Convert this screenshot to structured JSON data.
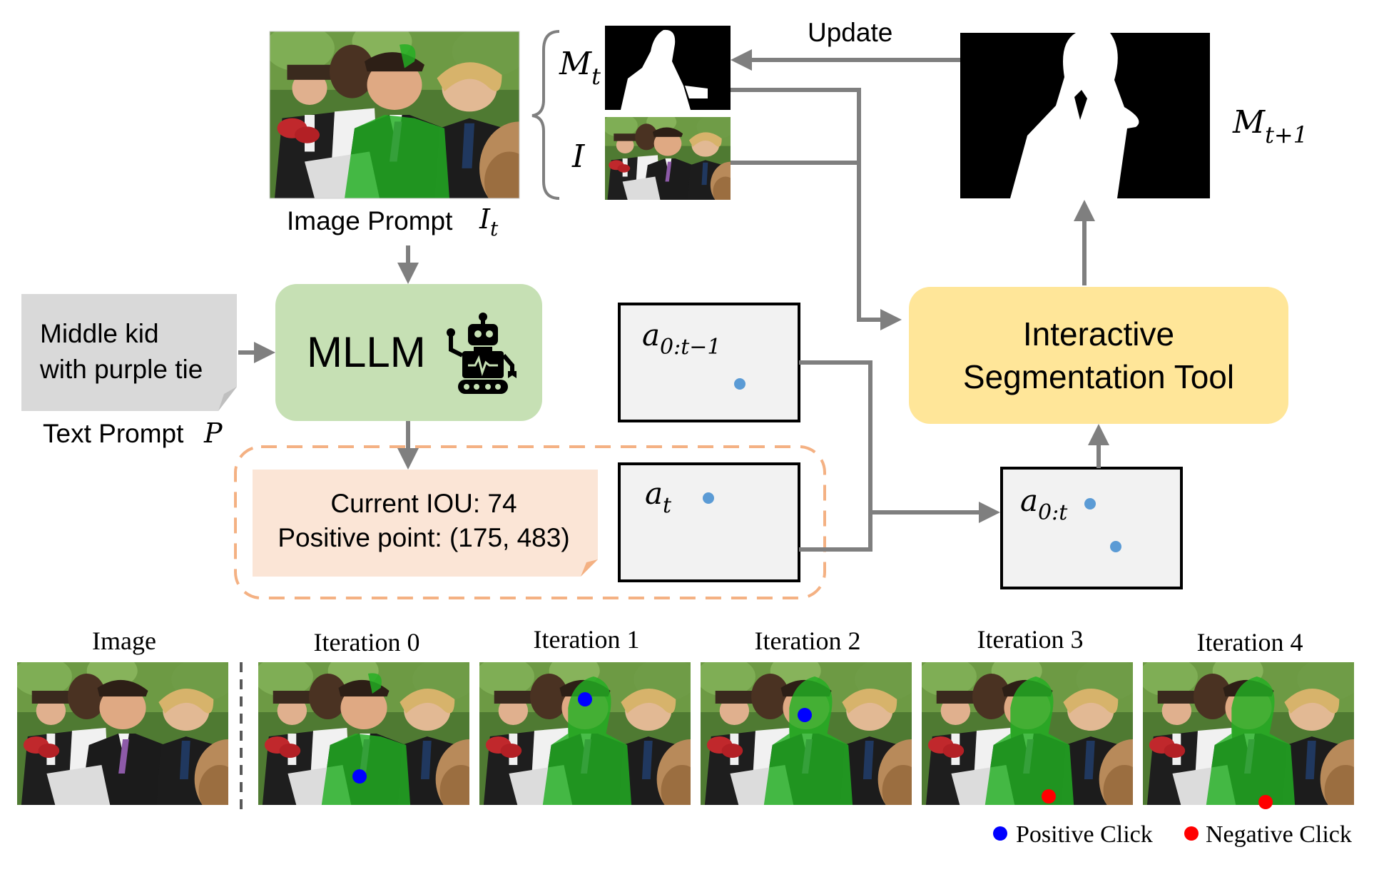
{
  "labels": {
    "update": "Update",
    "image_prompt": "Image Prompt",
    "text_prompt": "Text Prompt",
    "mask_prev_symbol": "M",
    "mask_prev_sub": "t",
    "image_symbol": "I",
    "mask_next_symbol": "M",
    "mask_next_sub": "t+1",
    "image_prompt_var": "I",
    "image_prompt_sub": "t",
    "text_prompt_var": "P"
  },
  "text_prompt_box": {
    "line1": "Middle kid",
    "line2": "with purple tie"
  },
  "mllm": {
    "label": "MLLM",
    "icon": "robot-icon"
  },
  "tool": {
    "line1": "Interactive",
    "line2": "Segmentation Tool"
  },
  "output_note": {
    "line1": "Current IOU: 74",
    "line2": "Positive point: (175, 483)"
  },
  "action_boxes": {
    "history": {
      "symbol": "a",
      "sub": "0:t−1"
    },
    "current": {
      "symbol": "a",
      "sub": "t"
    },
    "combined": {
      "symbol": "a",
      "sub": "0:t"
    }
  },
  "iterations": {
    "image_label": "Image",
    "items": [
      "Iteration 0",
      "Iteration 1",
      "Iteration 2",
      "Iteration 3",
      "Iteration 4"
    ]
  },
  "legend": {
    "positive": "Positive Click",
    "negative": "Negative Click"
  },
  "colors": {
    "arrow": "#7f7f7f",
    "mllm_fill": "#c6e0b4",
    "tool_fill": "#ffe699",
    "note_fill": "#fbe5d6",
    "note_border": "#f4b183",
    "point_light": "#5b9bd5",
    "positive": "#0000ff",
    "negative": "#ff0000",
    "mask_green": "#22b022"
  }
}
